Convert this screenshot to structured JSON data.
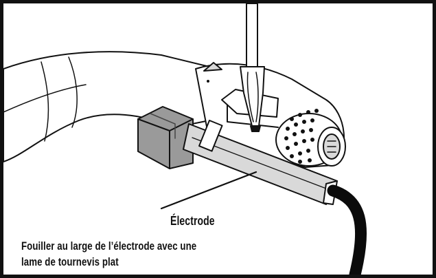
{
  "diagram": {
    "electrode_label": "Électrode",
    "instruction_line1": "Fouiller au large de l’électrode avec une",
    "instruction_line2": "lame de tournevis plat"
  },
  "colors": {
    "outline": "#111111",
    "shade": "#d9d9d9",
    "dark_block": "#9a9a9a",
    "cable": "#0b0b0b"
  }
}
